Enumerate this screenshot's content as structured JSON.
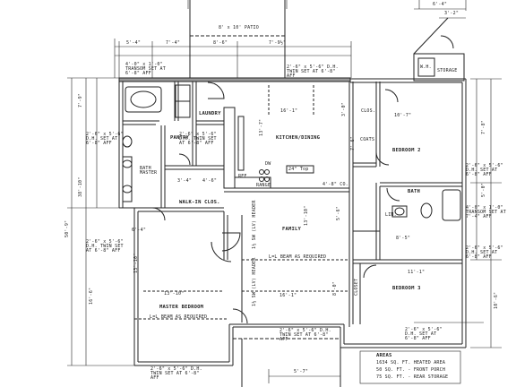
{
  "plan": {
    "patio": "8' x 10' PATIO",
    "storage_dim_top": "6'-4\"",
    "storage_dim_top2": "3'-2\"",
    "storage_label": "STORAGE",
    "water_heater": "W.H.",
    "top_dims": [
      "5'-4\"",
      "7'-4\"",
      "8'-6\"",
      "7'-9½\""
    ],
    "left_dims": [
      "7'-9\"",
      "38'-10\"",
      "50'-9\"",
      "16'-6\""
    ],
    "right_dims": [
      "7'-8\"",
      "5'-0\"",
      "10'-6\""
    ],
    "bottom_dims": [
      "5'-7\""
    ],
    "transoms": [
      "4'-0\" x 1'-0\" TRANSOM SET AT 6'-8\" AFF",
      "4'-0\" x 1'-0\" TRANSOM SET AT 7'-4\" AFF"
    ],
    "windows": [
      "2'-6\" x 5'-6\" D.H. TWIN SET AT 6'-8\" AFF",
      "2'-6\" x 5'-6\" D.H. SET AT 6'-8\" AFF",
      "2'-6\" x 5'-6\" D.H. TWIN SET AT 6'-8\" AFF",
      "2'-6\" x 5'-6\" D.H. TWIN SET AT 6'-8\" AFF",
      "2'-6\" x 5'-6\" D.H. SET AT 6'-8\" AFF",
      "2'-6\" x 5'-6\" D.H. SET AT 6'-8\" AFF",
      "2'-6\" x 5'-6\" D.H. TWIN SET AT 6'-8\" AFF",
      "2'-6\" x 5'-6\" D.H. TWIN SET AT 6'-8\" AFF",
      "2'-6\" x 5'-6\" D.H. SET AT 6'-8\" AFF"
    ],
    "rooms": {
      "laundry": "LAUNDRY",
      "kitchen_dining": "KITCHEN/DINING",
      "pantry": "PANTRY",
      "bath_master": "BATH MASTER",
      "walk_in": "WALK-IN CLOS.",
      "family": "FAMILY",
      "master": "MASTER BEDROOM",
      "bedroom2": "BEDROOM 2",
      "bedroom3": "BEDROOM 3",
      "bath": "BATH",
      "linen": "LIN.",
      "closet": "CLOS.",
      "coats": "COATS",
      "closet2": "CLOSET",
      "dw": "DW",
      "ref": "REF",
      "range": "RANGE"
    },
    "room_dims": {
      "kitchen_w": "16'-1\"",
      "kitchen_h": "13'-7\"",
      "family_w": "16'-1\"",
      "family_h": "13'-10\"",
      "master_w": "13'-10\"",
      "master_h": "13'-10\"",
      "bed2_w": "10'-7\"",
      "bed3_w": "11'-1\"",
      "bath_w": "8'-5\"",
      "walk_dims": [
        "3'-4\"",
        "4'-6\""
      ],
      "m_bath_dim": "6'-4\"",
      "bar": "24\" Top",
      "half_wall": "4'-8\" CO.",
      "misc": [
        "3'-0\"",
        "7'-6\"",
        "5'-6\"",
        "8'-0\""
      ]
    },
    "header_notes": [
      "L=L BEAM AS REQUIRED",
      "L=L BEAM AS REQUIRED",
      "1½ SW (LV) HEADER",
      "1½ SW (LV) HEADER"
    ],
    "area": {
      "title": "AREAS",
      "lines": [
        "1634 SQ. FT. HEATED AREA",
        "50 SQ. FT. - FRONT PORCH",
        "75 SQ. FT. - REAR STORAGE"
      ]
    }
  }
}
